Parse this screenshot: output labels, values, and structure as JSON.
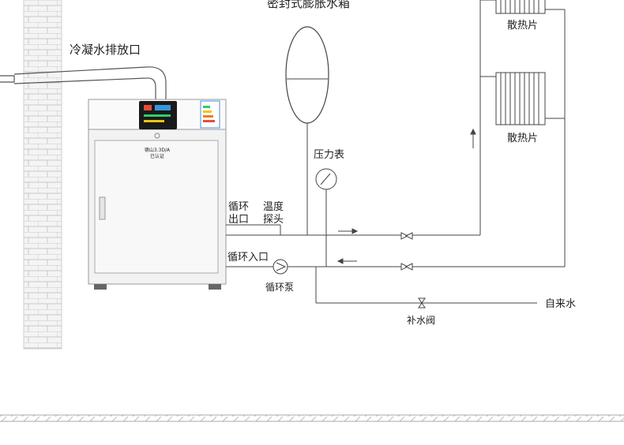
{
  "labels": {
    "tank": "密封式膨胀水箱",
    "condensate": "冷凝水排放口",
    "radiator_top": "散热片",
    "radiator_mid": "散热片",
    "pressure_gauge": "压力表",
    "outlet_1": "循环",
    "outlet_2": "出口",
    "temp_1": "温度",
    "temp_2": "探头",
    "inlet": "循环入口",
    "pump": "循环泵",
    "makeup_valve": "补水阀",
    "tap_water": "自来水"
  },
  "boiler": {
    "brand_line1": "德山3.3D/A",
    "brand_line2": "已认证"
  },
  "colors": {
    "line": "#444444",
    "brick": "#d9d9d9",
    "boiler_body": "#f2f2f2",
    "display_bg": "#1a1a1a"
  }
}
